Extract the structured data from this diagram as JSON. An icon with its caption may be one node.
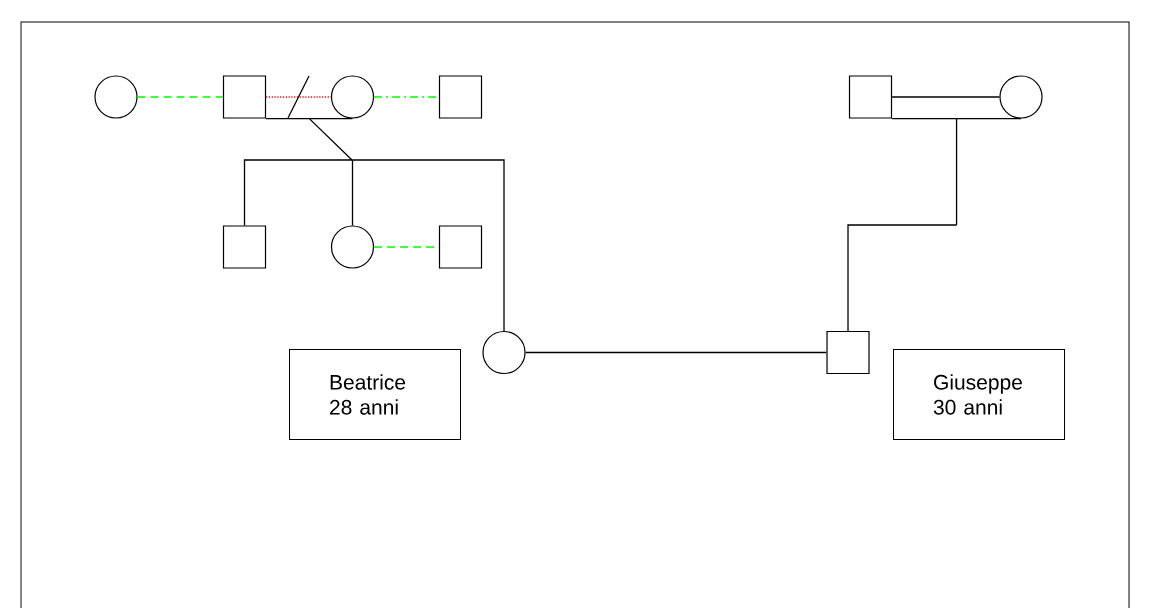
{
  "diagram": {
    "nodes": [
      {
        "text": [],
        "shape": "circle"
      },
      {
        "text": [],
        "shape": "box"
      },
      {
        "text": [],
        "shape": "circle"
      },
      {
        "text": [],
        "shape": "box"
      },
      {
        "text": [],
        "shape": "box"
      },
      {
        "text": [],
        "shape": "circle"
      },
      {
        "text": [],
        "shape": "box"
      },
      {
        "text": [],
        "shape": "circle"
      },
      {
        "text": [],
        "shape": "box"
      },
      {
        "text": [],
        "shape": "circle"
      },
      {
        "text": [],
        "shape": "box"
      },
      {
        "text": [
          "Beatrice 28 anni"
        ]
      },
      {
        "text": [
          "Giuseppe 30 anni"
        ]
      }
    ],
    "edges": [
      {
        "from": 0,
        "to": 1,
        "arrow": "none",
        "style": "dashed",
        "color": "#00ff00"
      },
      {
        "from": 1,
        "to": 2,
        "arrow": "none",
        "style": "dashed",
        "color": "#ff0000"
      },
      {
        "from": 1,
        "to": 2,
        "arrow": "none"
      },
      {
        "from": 2,
        "to": 3,
        "arrow": "none",
        "style": "dashed",
        "color": "#00ff00"
      },
      {
        "from": 4,
        "to": 5,
        "arrow": "none"
      },
      {
        "from": 4,
        "to": 5,
        "arrow": "none"
      },
      {
        "from": 7,
        "to": 8,
        "arrow": "none",
        "style": "dashed",
        "color": "#00ff00"
      },
      {
        "from": 9,
        "to": 10,
        "arrow": "none"
      },
      {
        "from": 1,
        "to": 6,
        "arrow": "none"
      },
      {
        "from": 1,
        "to": 7,
        "arrow": "none"
      },
      {
        "from": 1,
        "to": 9,
        "arrow": "none"
      },
      {
        "from": 2,
        "to": 6,
        "arrow": "none"
      },
      {
        "from": 2,
        "to": 7,
        "arrow": "none"
      },
      {
        "from": 2,
        "to": 9,
        "arrow": "none"
      },
      {
        "from": 4,
        "to": 10,
        "arrow": "none"
      },
      {
        "from": 5,
        "to": 10,
        "arrow": "none"
      }
    ]
  }
}
